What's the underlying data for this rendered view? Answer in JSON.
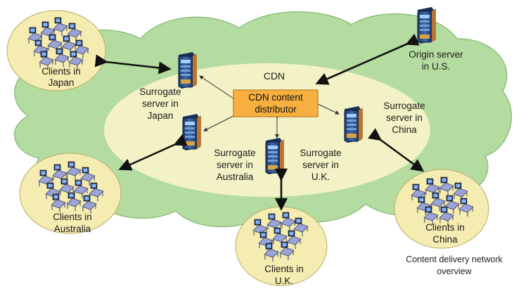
{
  "diagram": {
    "cdn_label": "CDN",
    "distributor_label": [
      "CDN content",
      "distributor"
    ],
    "origin_label": [
      "Origin server",
      "in U.S."
    ],
    "surrogates": {
      "japan": [
        "Surrogate",
        "server in",
        "Japan"
      ],
      "australia": [
        "Surrogate",
        "server in",
        "Australia"
      ],
      "uk": [
        "Surrogate",
        "server in",
        "U.K."
      ],
      "china": [
        "Surrogate",
        "server in",
        "China"
      ]
    },
    "clients": {
      "japan": [
        "Clients in",
        "Japan"
      ],
      "australia": [
        "Clients in",
        "Australia"
      ],
      "uk": [
        "Clients in",
        "U.K."
      ],
      "china": [
        "Clients in",
        "China"
      ]
    },
    "caption": [
      "Content delivery network",
      "overview"
    ]
  },
  "colors": {
    "cloud": "#b5dca0",
    "cloud_outline": "#8fbf7e",
    "inner_ellipse": "#f3f2c6",
    "distributor_box": "#f7b040",
    "distributor_border": "#b87a1e",
    "client_circle": "#f4ecb0",
    "server_body": "#2e4a7a",
    "arrow": "#111111"
  },
  "icons": [
    "server-icon",
    "client-cluster-icon",
    "double-arrow"
  ]
}
